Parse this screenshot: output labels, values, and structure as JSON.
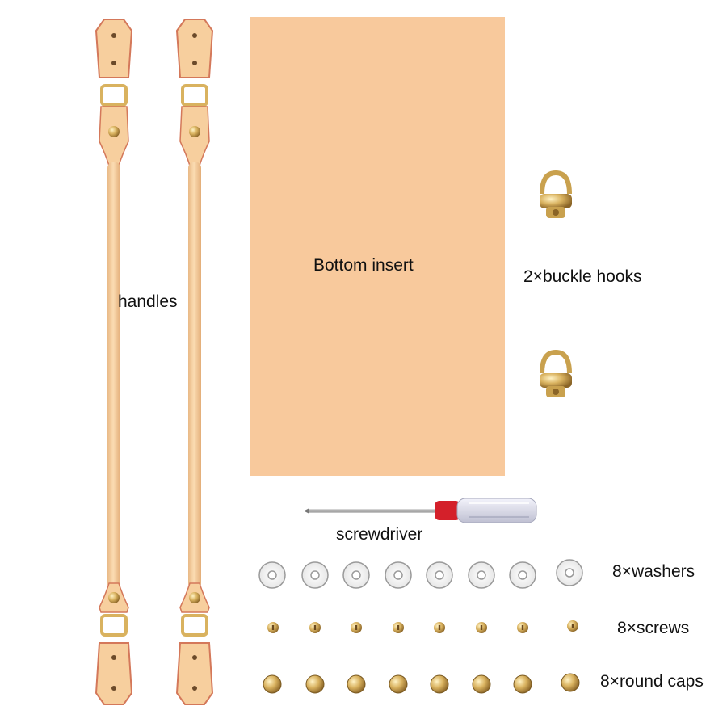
{
  "labels": {
    "handles": "handles",
    "bottom_insert": "Bottom insert",
    "buckle_hooks": "2×buckle hooks",
    "screwdriver": "screwdriver",
    "washers": "8×washers",
    "screws": "8×screws",
    "round_caps": "8×round caps"
  },
  "counts": {
    "handles": 2,
    "buckle_hooks": 2,
    "washers": 8,
    "screws": 8,
    "round_caps": 8
  },
  "colors": {
    "leather": "#f7cf9e",
    "leather_edge": "#d4785a",
    "insert": "#f8c99c",
    "gold": "#d9b25f",
    "gold_dark": "#9a7430",
    "screwdriver_handle": "#d7d7e6",
    "screwdriver_red": "#d4202a"
  }
}
